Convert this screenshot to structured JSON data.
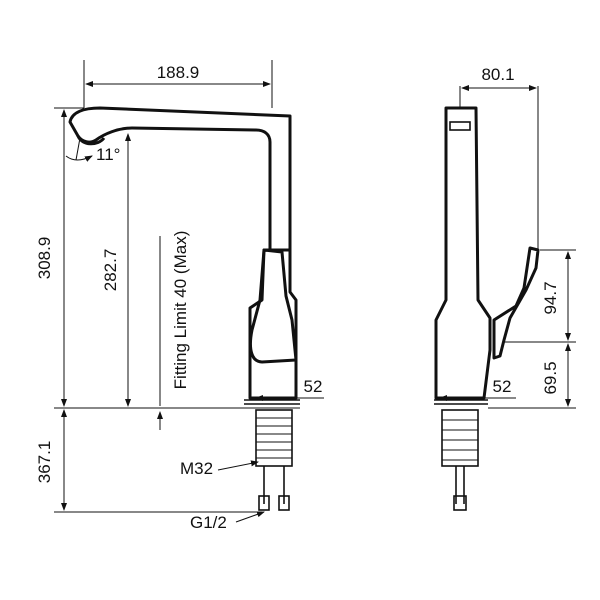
{
  "front_view": {
    "dim_width": "188.9",
    "dim_total_height": "308.9",
    "dim_spout_height": "282.7",
    "fitting_limit": "Fitting Limit 40 (Max)",
    "angle": "11°",
    "base_dim": "52",
    "dim_below": "367.1",
    "thread_m": "M32",
    "thread_g": "G1/2"
  },
  "side_view": {
    "dim_width": "80.1",
    "dim_handle": "94.7",
    "dim_base_height": "69.5",
    "base_dim": "52"
  }
}
